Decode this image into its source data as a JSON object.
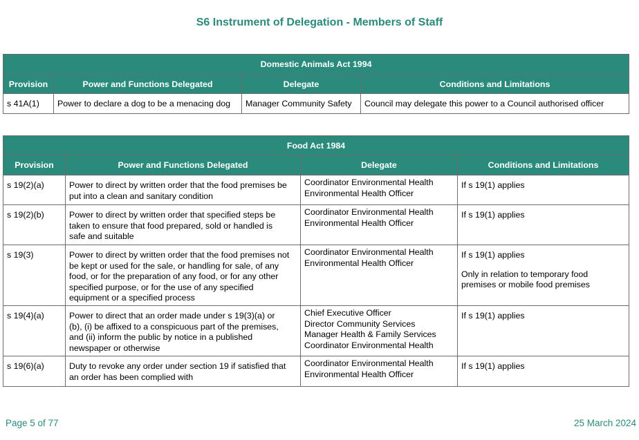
{
  "title": "S6 Instrument of Delegation - Members of Staff",
  "colors": {
    "accent": "#2a8a7c"
  },
  "headers": {
    "provision": "Provision",
    "power": "Power and Functions Delegated",
    "delegate": "Delegate",
    "conditions": "Conditions and Limitations"
  },
  "dog_act": {
    "name": "Domestic Animals Act 1994",
    "rows": [
      {
        "provision": "s 41A(1)",
        "power": "Power to declare a dog to be a menacing dog",
        "delegate": "Manager Community Safety",
        "conditions": "Council may delegate this power to a Council authorised officer"
      }
    ]
  },
  "food_act": {
    "name": "Food Act 1984",
    "rows": [
      {
        "provision": "s 19(2)(a)",
        "power": [
          "Power to direct by written order that the food premises be",
          "put into a clean and sanitary condition"
        ],
        "delegate": [
          "Coordinator Environmental Health",
          "Environmental Health Officer"
        ],
        "conditions": [
          "If s 19(1) applies"
        ]
      },
      {
        "provision": "s 19(2)(b)",
        "power": [
          "Power to direct by written order that specified steps be",
          "taken to ensure that food prepared, sold or handled is",
          "safe and suitable"
        ],
        "delegate": [
          "Coordinator Environmental Health",
          "Environmental Health Officer"
        ],
        "conditions": [
          "If s 19(1) applies"
        ]
      },
      {
        "provision": "s 19(3)",
        "power": [
          "Power to direct by written order that the food premises not",
          "be kept or used for the sale, or handling for sale, of any",
          "food, or for the preparation of any food, or for any other",
          "specified purpose, or for the use of any specified",
          "equipment or a specified process"
        ],
        "delegate": [
          "Coordinator Environmental Health",
          "Environmental Health Officer"
        ],
        "conditions": [
          "If s 19(1) applies"
        ],
        "conditions_note": [
          "Only in relation to temporary food",
          "premises or mobile food premises"
        ]
      },
      {
        "provision": "s 19(4)(a)",
        "power": [
          "Power to direct that an order made under s 19(3)(a) or",
          "(b), (i) be affixed to a conspicuous part of the premises,",
          "and (ii) inform the public by notice in a published",
          "newspaper or otherwise"
        ],
        "delegate": [
          "Chief Executive Officer",
          "Director Community Services",
          "Manager Health & Family Services",
          "Coordinator Environmental Health"
        ],
        "conditions": [
          "If s 19(1) applies"
        ]
      },
      {
        "provision": "s 19(6)(a)",
        "power": [
          "Duty to revoke any order under section 19 if satisfied that",
          "an order has been complied with"
        ],
        "delegate": [
          "Coordinator Environmental Health",
          "Environmental Health Officer"
        ],
        "conditions": [
          "If s 19(1) applies"
        ]
      }
    ]
  },
  "footer": {
    "page": "Page 5 of 77",
    "date": "25 March 2024"
  }
}
